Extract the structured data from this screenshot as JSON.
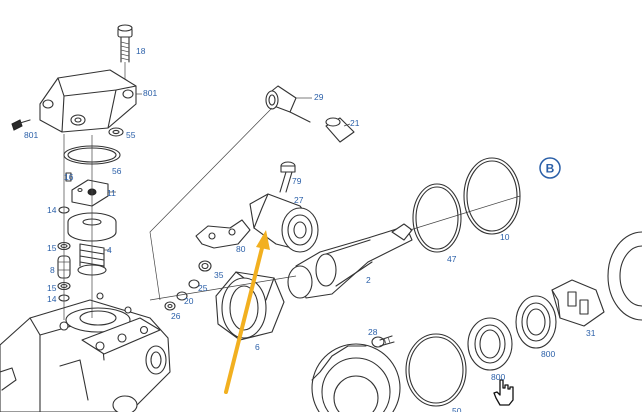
{
  "callout": "B",
  "labels": {
    "p18": "18",
    "p801a": "801",
    "p801b": "801",
    "p55": "55",
    "p56": "56",
    "p16": "16",
    "p11": "11",
    "p14a": "14",
    "p15a": "15",
    "p4": "4",
    "p8": "8",
    "p15b": "15",
    "p14b": "14",
    "p29": "29",
    "p21": "21",
    "p79": "79",
    "p27": "27",
    "p80": "80",
    "p35": "35",
    "p25": "25",
    "p20": "20",
    "p26": "26",
    "p6": "6",
    "p2": "2",
    "p47": "47",
    "p10": "10",
    "p28": "28",
    "p800a": "800",
    "p800b": "800",
    "p31": "31",
    "p50": "50"
  },
  "colors": {
    "label": "#2a5fa8",
    "arrow": "#f2b020",
    "line": "#333333"
  },
  "icons": {
    "cursor": "hand-pointer-icon",
    "annotation": "highlight-arrow-icon"
  }
}
